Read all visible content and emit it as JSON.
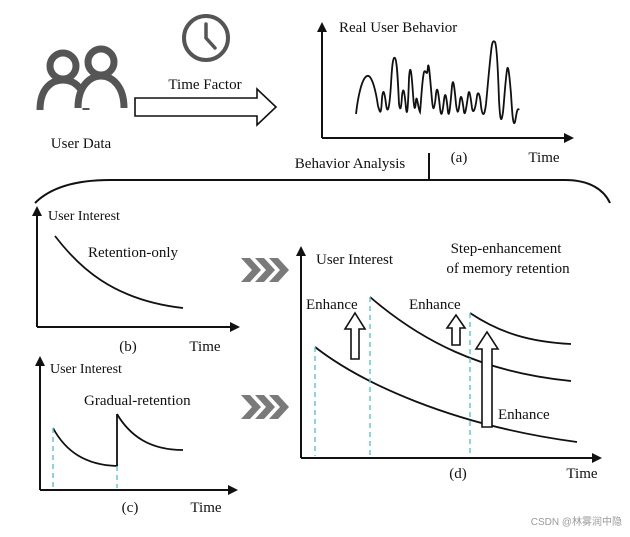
{
  "top": {
    "user_data_label": "User Data",
    "time_factor_label": "Time Factor",
    "real_behavior_title": "Real User Behavior",
    "panel_a_label": "(a)",
    "time_axis_label": "Time",
    "behavior_analysis_label": "Behavior Analysis"
  },
  "panel_b": {
    "ylabel": "User Interest",
    "curve_label": "Retention-only",
    "panel_label": "(b)",
    "xlabel": "Time"
  },
  "panel_c": {
    "ylabel": "User Interest",
    "curve_label": "Gradual-retention",
    "panel_label": "(c)",
    "xlabel": "Time"
  },
  "panel_d": {
    "ylabel": "User Interest",
    "title_line1": "Step-enhancement",
    "title_line2": "of memory retention",
    "enhance_1": "Enhance",
    "enhance_2": "Enhance",
    "enhance_3": "Enhance",
    "panel_label": "(d)",
    "xlabel": "Time"
  },
  "watermark": "CSDN @林雾润中隐",
  "icons": {
    "users": "two-users-icon",
    "clock": "clock-icon",
    "chevrons": "triple-chevron-icon"
  },
  "colors": {
    "line": "#111111",
    "guide_dash": "#5ec3d6",
    "icon_gray": "#555555",
    "chevron_gray": "#7a7a7a"
  }
}
